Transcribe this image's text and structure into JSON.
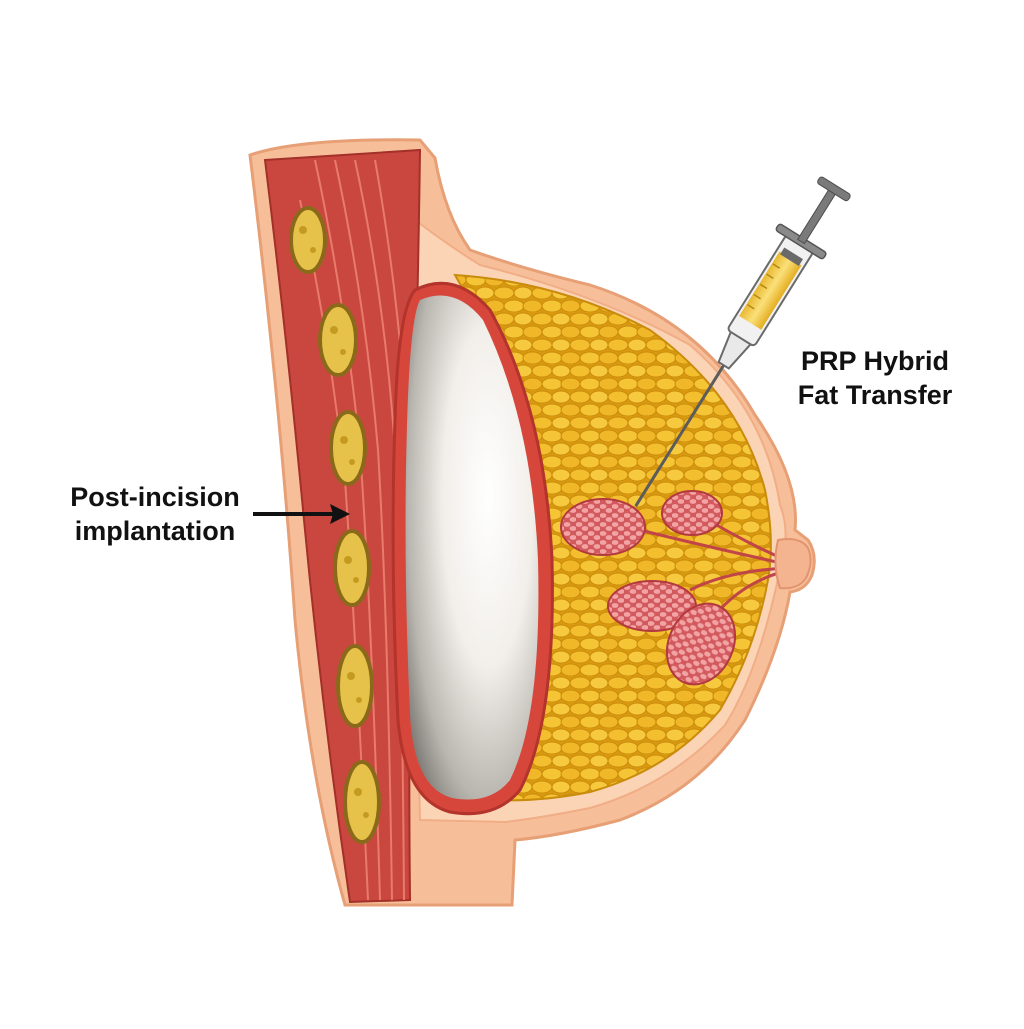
{
  "labels": {
    "implant": [
      "Post-incision",
      "implantation"
    ],
    "injection": [
      "PRP Hybrid",
      "Fat Transfer"
    ]
  },
  "colors": {
    "skin": "#f9c4a0",
    "skin_light": "#fde0c8",
    "muscle": "#c8463e",
    "muscle_dark": "#a3302c",
    "fat": "#f0b82a",
    "fat_dark": "#d48f10",
    "gland": "#e9848a",
    "implant_shell": "#d94a3e",
    "implant_fill": "#f4f1ec",
    "syringe_fluid": "#f6d155",
    "text": "#111111"
  },
  "icons": [
    "syringe-icon",
    "arrow-icon"
  ]
}
